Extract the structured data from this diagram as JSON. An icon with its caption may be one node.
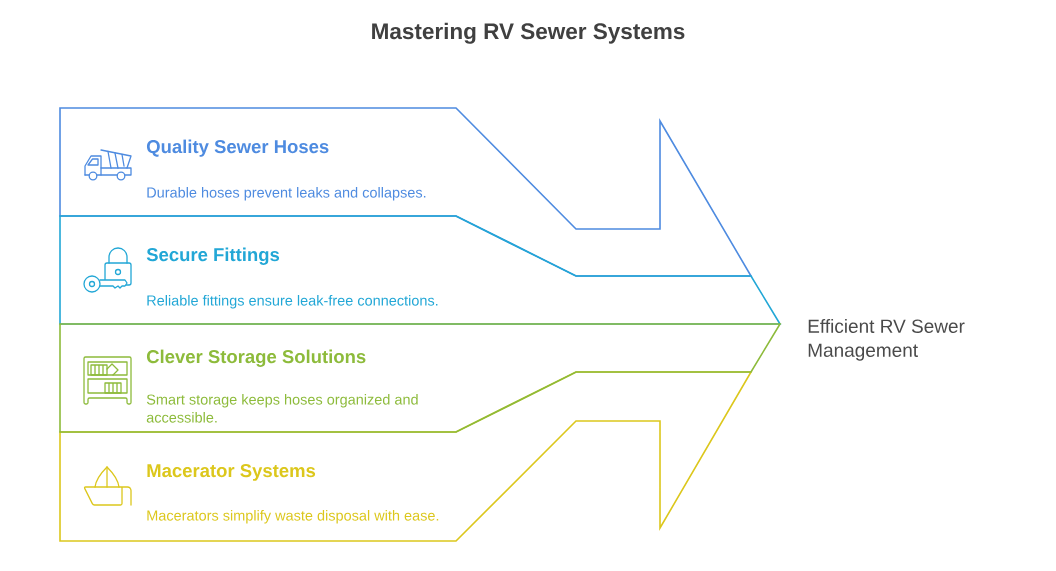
{
  "diagram": {
    "title": "Mastering RV Sewer Systems",
    "nodes": [
      {
        "text": [
          "Quality Sewer Hoses",
          "Durable hoses prevent leaks and collapses."
        ]
      },
      {
        "text": [
          "Secure Fittings",
          "Reliable fittings ensure leak-free connections."
        ]
      },
      {
        "text": [
          "Clever Storage Solutions",
          "Smart storage keeps hoses organized and accessible."
        ]
      },
      {
        "text": [
          "Macerator Systems",
          "Macerators simplify waste disposal with ease."
        ]
      },
      {
        "text": [
          "Efficient RV Sewer Management"
        ]
      }
    ]
  }
}
